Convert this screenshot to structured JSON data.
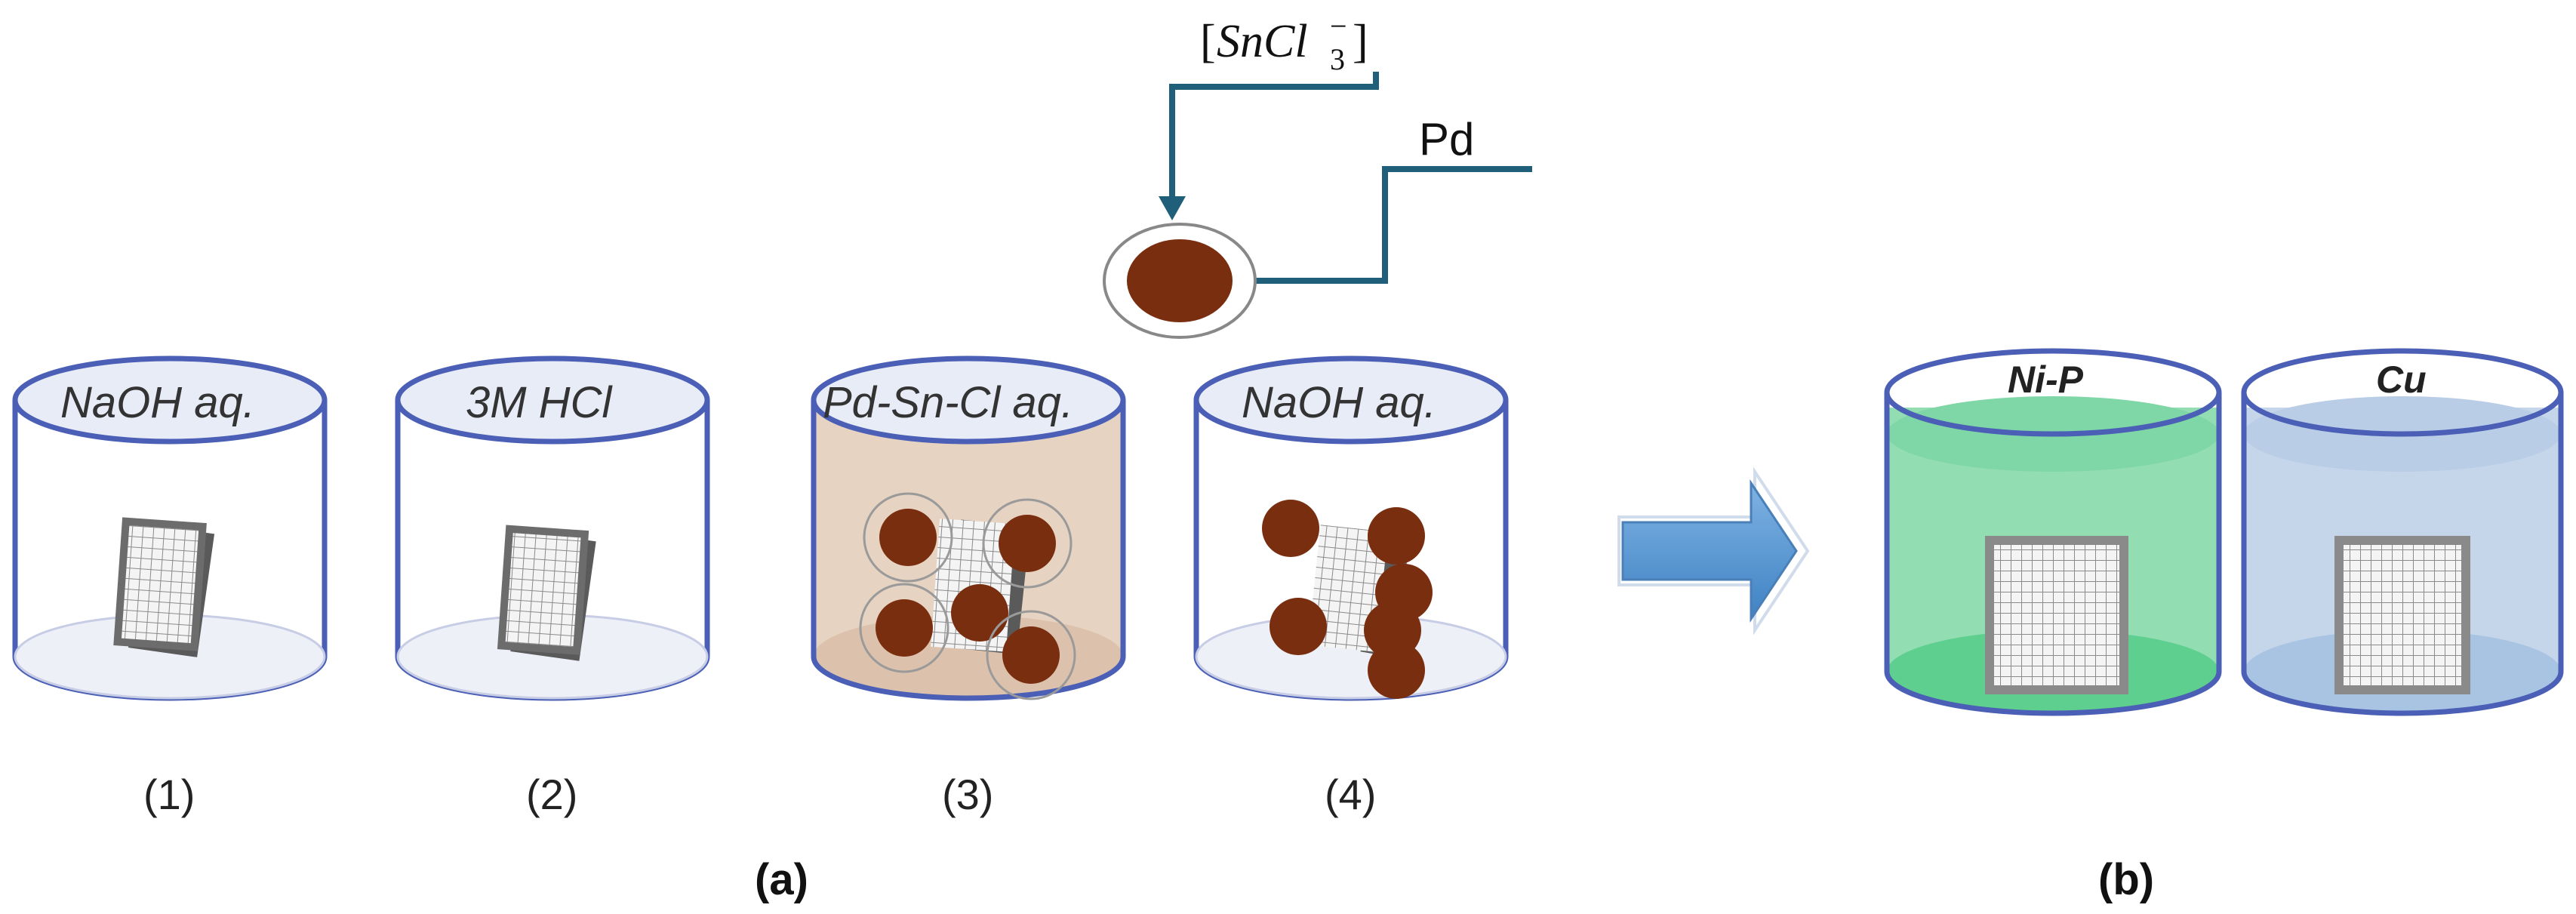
{
  "panel_a": {
    "label": "(a)",
    "beakers": [
      {
        "step": "(1)",
        "solution": "NaOH aq."
      },
      {
        "step": "(2)",
        "solution": "3M HCl"
      },
      {
        "step": "(3)",
        "solution": "Pd-Sn-Cl aq."
      },
      {
        "step": "(4)",
        "solution": "NaOH aq."
      }
    ],
    "inset": {
      "ion_label_prefix": "[",
      "ion_label_main": "SnCl",
      "ion_label_sub": "3",
      "ion_label_sup": "−",
      "ion_label_suffix": "]",
      "pd_label": "Pd"
    }
  },
  "panel_b": {
    "label": "(b)",
    "beakers": [
      {
        "solution": "Ni-P",
        "color": "#7fd6a6"
      },
      {
        "solution": "Cu",
        "color": "#b9cde6"
      }
    ]
  },
  "colors": {
    "beaker_stroke": "#4a5fb5",
    "pd_particle": "#7a2e10",
    "arrow": "#5b9bd5",
    "inset_line": "#1f5f7a"
  }
}
